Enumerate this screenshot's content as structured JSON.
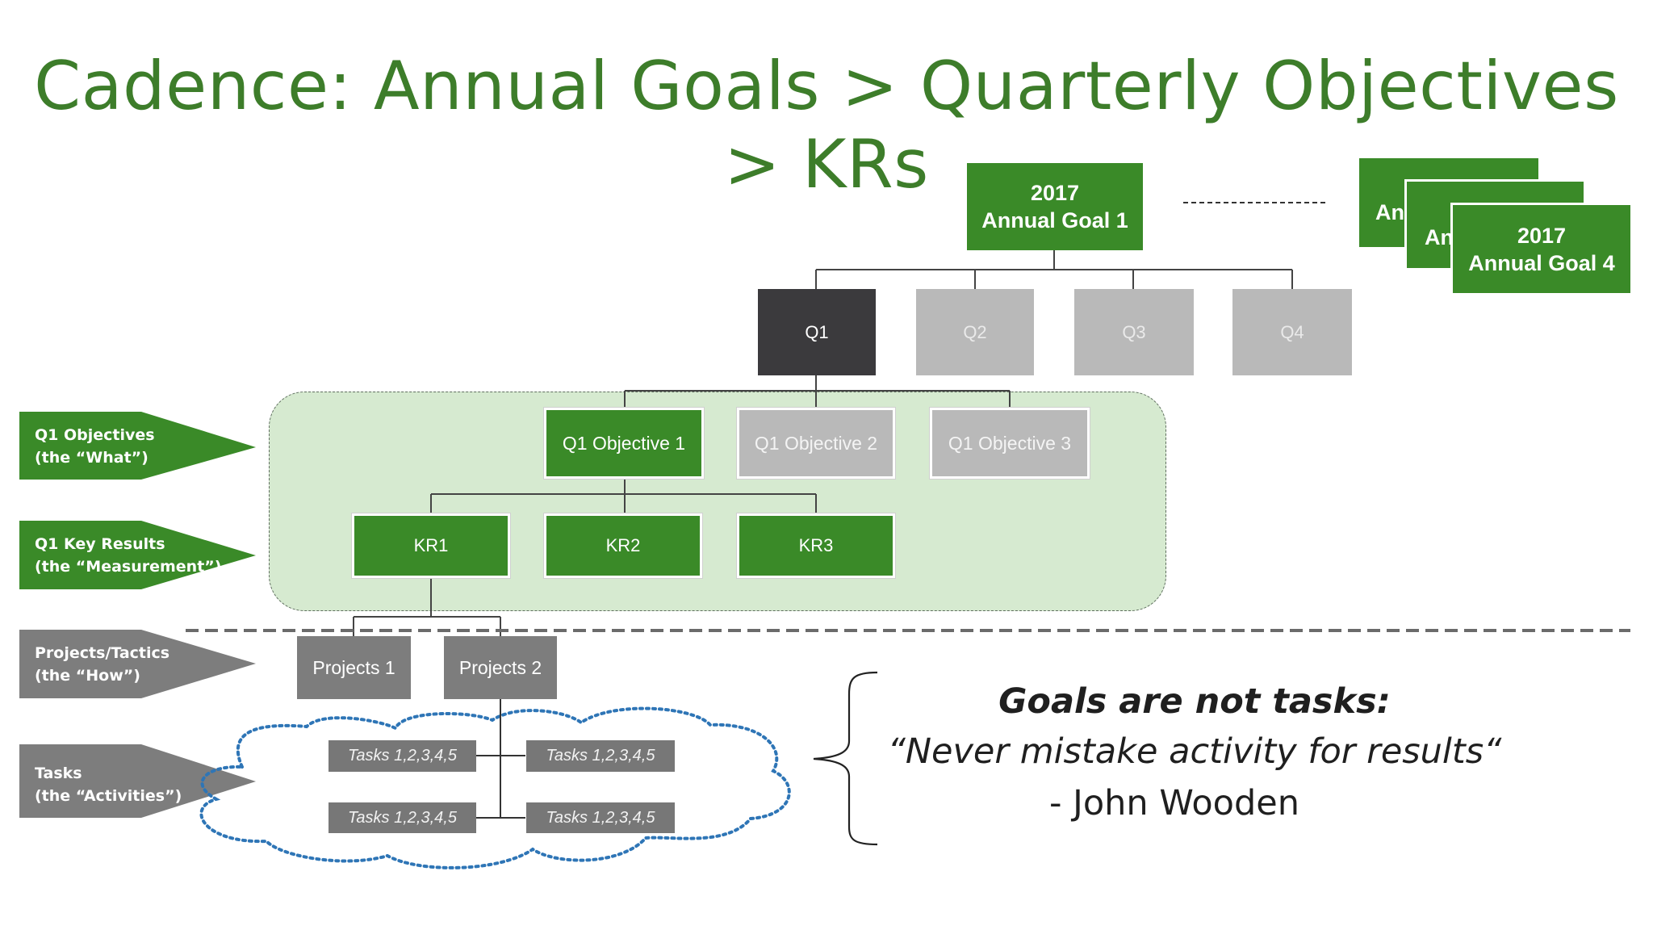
{
  "title": "Cadence: Annual Goals > Quarterly Objectives > KRs",
  "annual_goals": {
    "primary": {
      "year": "2017",
      "label": "Annual Goal 1"
    },
    "stack_partial": [
      "An",
      "An"
    ],
    "last": {
      "year": "2017",
      "label": "Annual Goal 4"
    }
  },
  "quarters": [
    "Q1",
    "Q2",
    "Q3",
    "Q4"
  ],
  "objectives": [
    "Q1 Objective 1",
    "Q1 Objective 2",
    "Q1 Objective 3"
  ],
  "key_results": [
    "KR1",
    "KR2",
    "KR3"
  ],
  "projects": [
    "Projects 1",
    "Projects 2"
  ],
  "tasks": [
    "Tasks 1,2,3,4,5",
    "Tasks 1,2,3,4,5",
    "Tasks 1,2,3,4,5",
    "Tasks 1,2,3,4,5"
  ],
  "side_labels": [
    {
      "line1": "Q1 Objectives",
      "line2": "(the “What”)"
    },
    {
      "line1": "Q1 Key Results",
      "line2": "(the “Measurement”)"
    },
    {
      "line1": "Projects/Tactics",
      "line2": "(the “How”)"
    },
    {
      "line1": "Tasks",
      "line2": "(the “Activities”)"
    }
  ],
  "quote": {
    "title": "Goals are not tasks:",
    "body": "“Never mistake activity for results“",
    "author": "- John Wooden"
  },
  "colors": {
    "green": "#3a8a28",
    "title_green": "#3d7d2a",
    "dark_box": "#3b3a3d",
    "grey_box": "#b9b9b9",
    "project_grey": "#7d7d7d",
    "cloud_blue": "#2e75b6",
    "region_fill": "#d6ead0"
  }
}
